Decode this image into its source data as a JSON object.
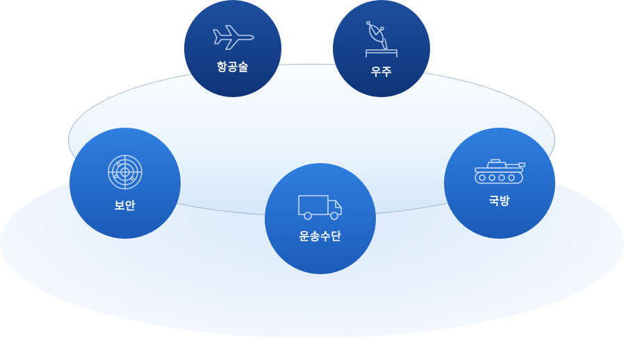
{
  "nodes": {
    "aerospace": {
      "label": "항공술",
      "icon": "airplane-icon"
    },
    "space": {
      "label": "우주",
      "icon": "satellite-dish-icon"
    },
    "security": {
      "label": "보안",
      "icon": "radar-icon"
    },
    "transport": {
      "label": "운송수단",
      "icon": "truck-icon"
    },
    "defense": {
      "label": "국방",
      "icon": "tank-icon"
    }
  },
  "colors": {
    "node_dark": "#0e3478",
    "node_bright": "#2f7fe0",
    "ellipse_border": "#9fb6cf",
    "ellipse_fill": "#dbe9fb"
  }
}
